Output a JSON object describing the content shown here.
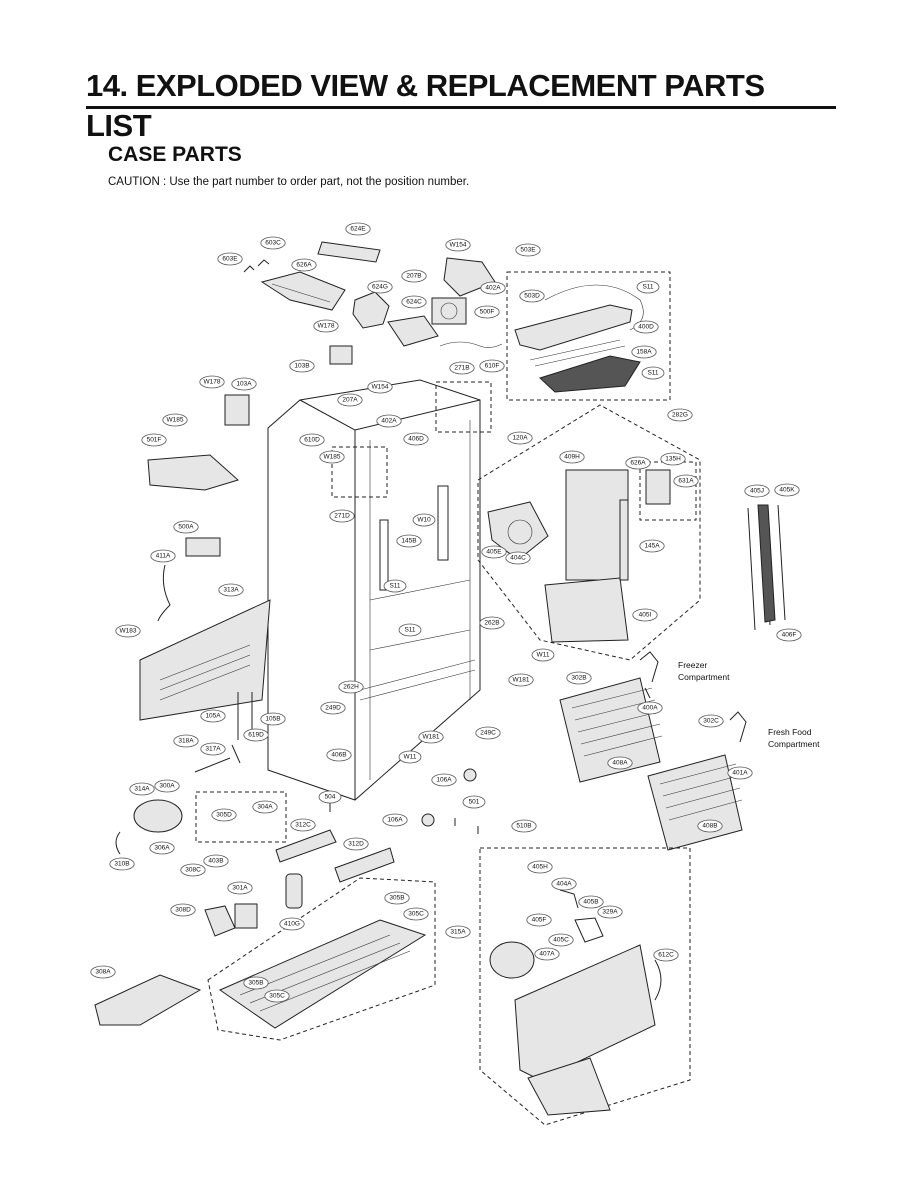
{
  "header": {
    "title": "14. EXPLODED VIEW & REPLACEMENT PARTS LIST",
    "section": "CASE PARTS",
    "caution": "CAUTION : Use the part number to order part, not the position number."
  },
  "notes": {
    "freezer_line1": "Freezer",
    "freezer_line2": "Compartment",
    "fresh_line1": "Fresh Food",
    "fresh_line2": "Compartment"
  },
  "labels": [
    "624E",
    "603C",
    "603E",
    "626A",
    "W154",
    "207B",
    "503E",
    "402A",
    "624G",
    "624C",
    "503D",
    "500F",
    "S11",
    "W178",
    "400D",
    "158A",
    "103B",
    "271B",
    "610F",
    "S11",
    "W178",
    "103A",
    "W154",
    "207A",
    "402A",
    "282G",
    "W185",
    "501F",
    "610D",
    "406D",
    "120A",
    "W185",
    "409H",
    "626A",
    "135H",
    "631A",
    "405J",
    "405K",
    "271D",
    "W10",
    "145B",
    "405E",
    "404C",
    "145A",
    "500A",
    "411A",
    "S11",
    "S11",
    "313A",
    "405I",
    "W183",
    "262B",
    "W11",
    "W181",
    "406F",
    "302B",
    "400A",
    "262H",
    "249D",
    "105A",
    "105B",
    "318A",
    "317A",
    "619D",
    "W181",
    "249C",
    "W11",
    "406B",
    "408A",
    "302C",
    "401A",
    "314A",
    "300A",
    "304A",
    "106A",
    "504",
    "501",
    "305D",
    "106A",
    "312C",
    "408B",
    "306A",
    "310B",
    "403B",
    "308C",
    "312D",
    "510B",
    "301A",
    "405H",
    "404A",
    "308D",
    "305B",
    "305C",
    "405B",
    "329A",
    "410G",
    "405F",
    "315A",
    "405C",
    "407A",
    "612C",
    "308A",
    "305B",
    "305C"
  ]
}
